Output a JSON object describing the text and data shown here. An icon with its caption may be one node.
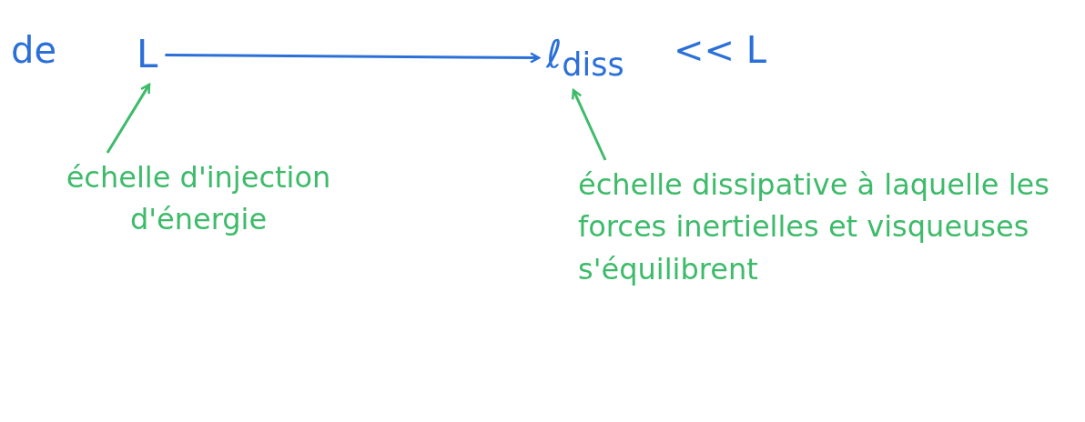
{
  "diagram": {
    "nodes": [
      {
        "text": [
          "L"
        ]
      },
      {
        "text": [
          "ℓ$_{diss}$"
        ]
      },
      {
        "text": [
          "échelle d'injection d'énergie"
        ]
      },
      {
        "text": [
          "échelle dissipative à laquelle les forces inertielles et visqueuses s'équilibrent"
        ]
      }
    ],
    "edges": [
      {
        "from": 0,
        "to": 1,
        "arrow": "to",
        "color": "#2b6fd8"
      },
      {
        "from": 2,
        "to": 0,
        "arrow": "to"
      },
      {
        "from": 3,
        "to": 1,
        "arrow": "to"
      }
    ],
    "labels": [
      "de",
      "<< L"
    ]
  }
}
